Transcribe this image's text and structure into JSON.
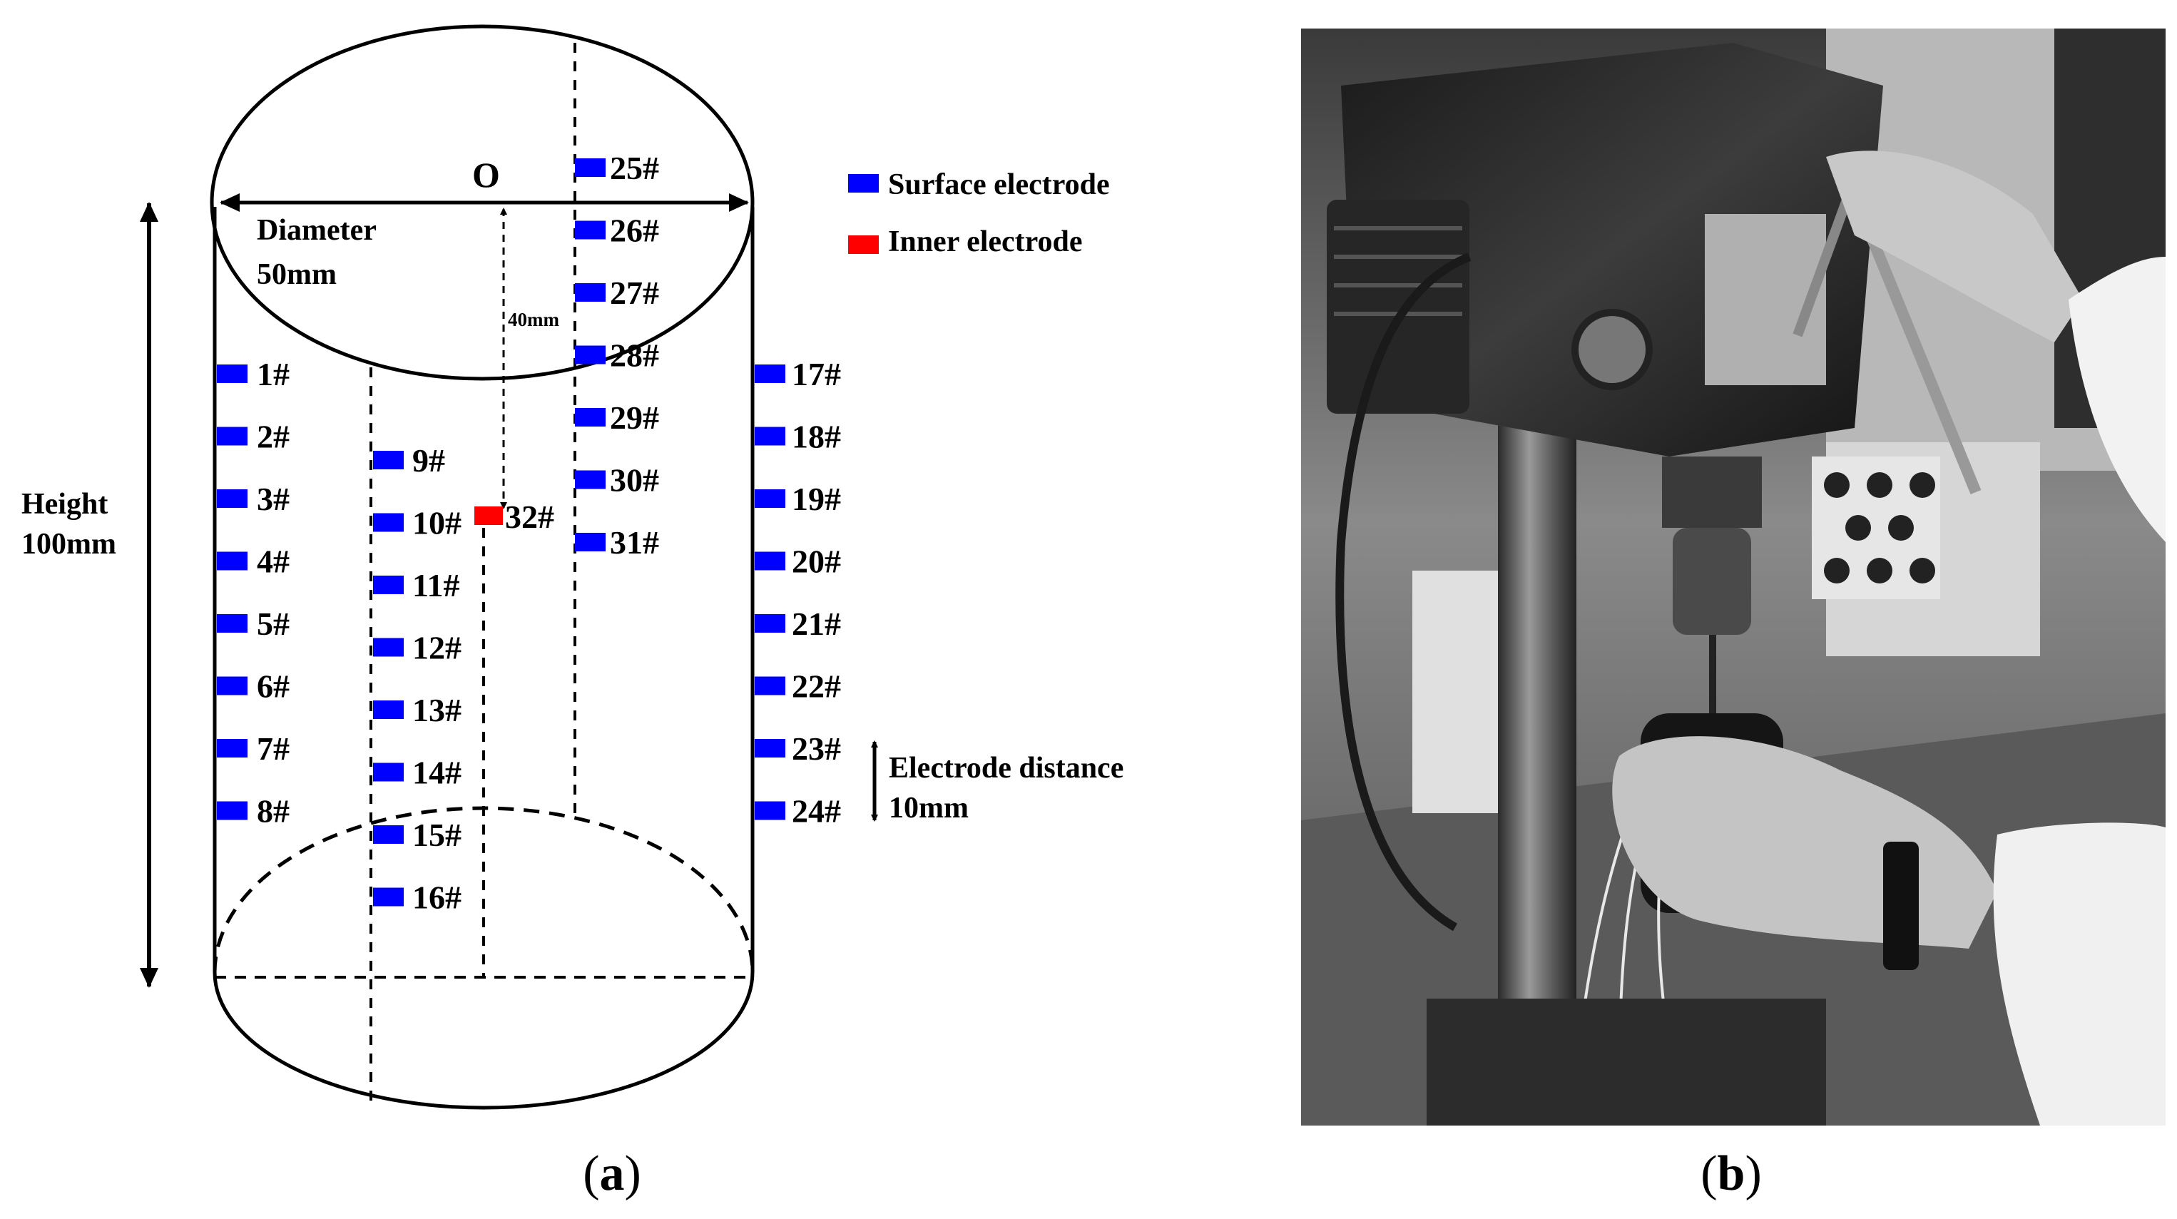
{
  "panel_a": {
    "center_label": "O",
    "diameter_label": "Diameter",
    "diameter_value": "50mm",
    "height_label": "Height",
    "height_value": "100mm",
    "depth_label": "40mm",
    "electrode_distance_label": "Electrode distance",
    "electrode_distance_value": "10mm",
    "legend": {
      "surface": "Surface electrode",
      "inner": "Inner electrode",
      "surface_color": "#0000ff",
      "inner_color": "#ff0000"
    },
    "electrodes": [
      {
        "label": "1#"
      },
      {
        "label": "2#"
      },
      {
        "label": "3#"
      },
      {
        "label": "4#"
      },
      {
        "label": "5#"
      },
      {
        "label": "6#"
      },
      {
        "label": "7#"
      },
      {
        "label": "8#"
      },
      {
        "label": "9#"
      },
      {
        "label": "10#"
      },
      {
        "label": "11#"
      },
      {
        "label": "12#"
      },
      {
        "label": "13#"
      },
      {
        "label": "14#"
      },
      {
        "label": "15#"
      },
      {
        "label": "16#"
      },
      {
        "label": "17#"
      },
      {
        "label": "18#"
      },
      {
        "label": "19#"
      },
      {
        "label": "20#"
      },
      {
        "label": "21#"
      },
      {
        "label": "22#"
      },
      {
        "label": "23#"
      },
      {
        "label": "24#"
      },
      {
        "label": "25#"
      },
      {
        "label": "26#"
      },
      {
        "label": "27#"
      },
      {
        "label": "28#"
      },
      {
        "label": "29#"
      },
      {
        "label": "30#"
      },
      {
        "label": "31#"
      }
    ],
    "inner_electrode": {
      "label": "32#"
    }
  },
  "captions": {
    "a": [
      "(",
      "a",
      ")"
    ],
    "b": [
      "(",
      "b",
      ")"
    ]
  }
}
